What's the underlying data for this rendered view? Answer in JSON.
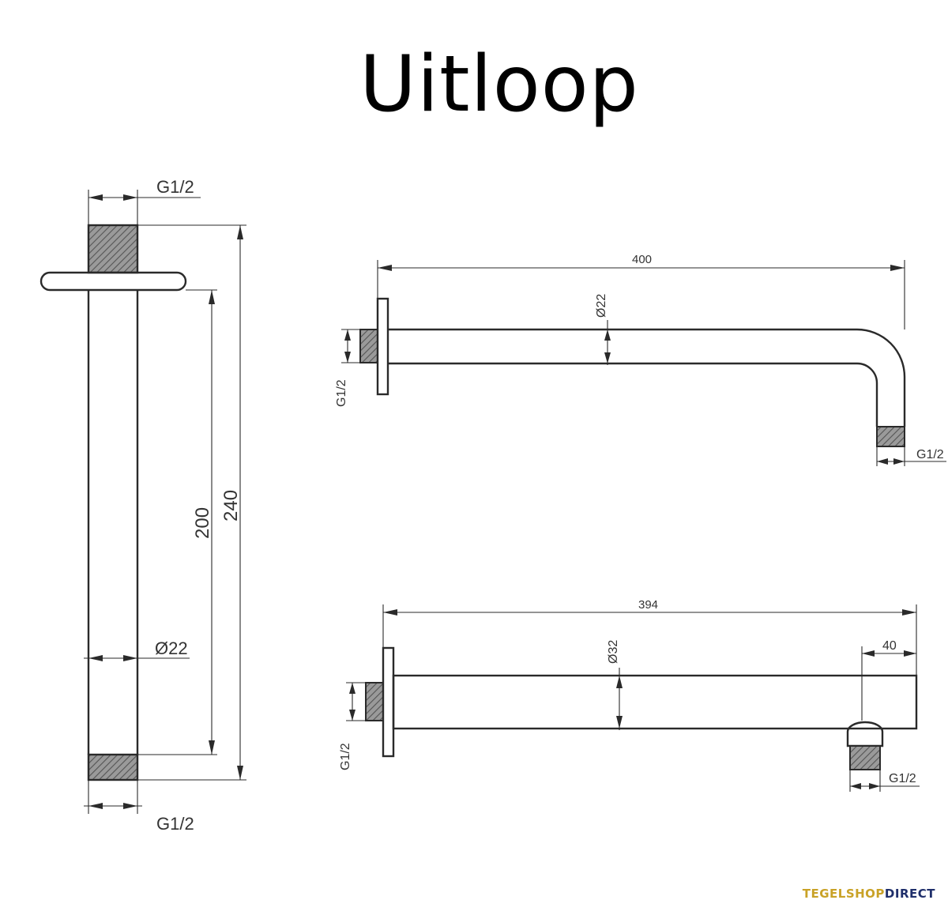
{
  "title": "Uitloop",
  "views": {
    "ceiling_arm": {
      "thread_top": "G1/2",
      "length_inner": "200",
      "length_total": "240",
      "diameter": "Ø22",
      "thread_bottom": "G1/2"
    },
    "curved_wall_arm": {
      "length": "400",
      "diameter": "Ø22",
      "thread_wall": "G1/2",
      "thread_outlet": "G1/2"
    },
    "straight_wall_arm": {
      "length": "394",
      "diameter": "Ø32",
      "outlet_offset": "40",
      "thread_wall": "G1/2",
      "thread_outlet": "G1/2"
    }
  },
  "brand": {
    "part1": "TEGELSHOP",
    "part2": "DIRECT",
    "color1": "#c9a227",
    "color2": "#1f2f6b"
  }
}
